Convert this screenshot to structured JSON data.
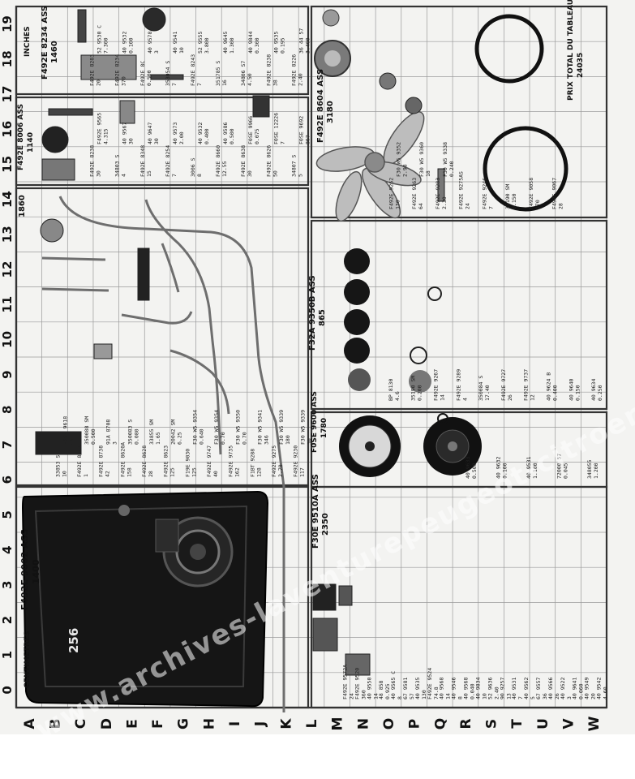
{
  "board": {
    "col_labels": [
      "0",
      "1",
      "2",
      "3",
      "4",
      "5",
      "6",
      "7",
      "8",
      "9",
      "10",
      "11",
      "12",
      "13",
      "14",
      "15",
      "16",
      "17",
      "18",
      "19"
    ],
    "row_labels": [
      "A",
      "B",
      "C",
      "D",
      "E",
      "F",
      "G",
      "H",
      "I",
      "J",
      "K",
      "L",
      "M",
      "N",
      "O",
      "P",
      "Q",
      "R",
      "S",
      "T",
      "U",
      "V",
      "W"
    ],
    "scale_left": "CENTIMETRES",
    "scale_right": "INCHES",
    "panels": {
      "tank": {
        "title": "F492E 9002 ASS",
        "price": "1400"
      },
      "top_left": {
        "title": "F492E 8234 ASS",
        "price": "1460"
      },
      "left_upper": {
        "title": "F492E 8006 ASS",
        "price": "1140"
      },
      "pipes": {
        "price": "1860"
      },
      "fan": {
        "title": "F492E 8604 ASS",
        "price": "3180"
      },
      "pump": {
        "title": "F32A 9350B ASS",
        "price": "865"
      },
      "carb": {
        "title": "F30E 9510A ASS",
        "price": "2350"
      },
      "gauge": {
        "title": "F0SE 9600 ASS",
        "price": "1780"
      },
      "totals": {
        "title": "PRIX TOTAL DU TABLEAU",
        "price": "24035"
      },
      "tank_number": "256"
    },
    "part_labels": [
      {
        "t": "F492E 8283",
        "p": "20"
      },
      {
        "t": "F492E 8234",
        "p": "370"
      },
      {
        "t": "F492E 8C",
        "p": "0.500"
      },
      {
        "t": "353054 S",
        "p": "7"
      },
      {
        "t": "F492E 8243",
        "p": "7"
      },
      {
        "t": "351785 S",
        "p": "16"
      },
      {
        "t": "34806 S7",
        "p": "4.50"
      },
      {
        "t": "F492E 8238",
        "p": "38"
      },
      {
        "t": "F492E 8226",
        "p": "2.40"
      },
      {
        "t": "F492E 8238",
        "p": "30"
      },
      {
        "t": "34803 S",
        "p": "4"
      },
      {
        "t": "F492E 8348",
        "p": "15"
      },
      {
        "t": "F492E 8254",
        "p": "7"
      },
      {
        "t": "3006 S",
        "p": "8"
      },
      {
        "t": "F492E 8660",
        "p": "12.55"
      },
      {
        "t": "F492E 8638",
        "p": "30"
      },
      {
        "t": "F492E 8626",
        "p": "50"
      },
      {
        "t": "34807 S",
        "p": "5"
      },
      {
        "t": "33853 SM",
        "p": "10"
      },
      {
        "t": "F492E 8621",
        "p": "1"
      },
      {
        "t": "F492E 8738",
        "p": "42"
      },
      {
        "t": "F492E 8620A",
        "p": "158"
      },
      {
        "t": "F492E 8628",
        "p": "28"
      },
      {
        "t": "F492E 8623",
        "p": "125"
      },
      {
        "t": "F19E 9030",
        "p": "125"
      },
      {
        "t": "F492E 9747",
        "p": "40"
      },
      {
        "t": "F492E 9735",
        "p": "162"
      },
      {
        "t": "F1BT 9288",
        "p": "128"
      },
      {
        "t": "F492E 9275",
        "p": "2.78"
      },
      {
        "t": "F492E 9230",
        "p": "117"
      },
      {
        "t": "F492E 9262",
        "p": "130"
      },
      {
        "t": "F492E 9263",
        "p": "64"
      },
      {
        "t": "F492E 9283",
        "p": "2.30"
      },
      {
        "t": "F492E 9275AS",
        "p": "24"
      },
      {
        "t": "F492E 9246",
        "p": "7"
      },
      {
        "t": "35190 SM",
        "p": "0.150"
      },
      {
        "t": "F492E 9058",
        "p": "170"
      },
      {
        "t": "F492E 9067",
        "p": "28"
      },
      {
        "t": "BP 8130",
        "p": "4.6"
      },
      {
        "t": "35190 SM",
        "p": "0.200"
      },
      {
        "t": "F492E 9267",
        "p": "14"
      },
      {
        "t": "F492E 9289",
        "p": "4"
      },
      {
        "t": "350084 S",
        "p": "17.40"
      },
      {
        "t": "F492E 9727",
        "p": "26"
      },
      {
        "t": "F492E 9737",
        "p": "12"
      },
      {
        "t": "40 9624 B",
        "p": "0.400"
      },
      {
        "t": "40 9640",
        "p": "0.150"
      },
      {
        "t": "40 9634",
        "p": "0.250"
      },
      {
        "t": "40 9633",
        "p": "0.500"
      },
      {
        "t": "40 9632",
        "p": "0.100"
      },
      {
        "t": "40 9531",
        "p": "1.100"
      },
      {
        "t": "72000 57",
        "p": "0.045"
      },
      {
        "t": "348055",
        "p": "1.200"
      },
      {
        "t": "F492E 9572A",
        "p": "24"
      },
      {
        "t": "F492E 9520",
        "p": "360"
      },
      {
        "t": "40 9550",
        "p": "14"
      },
      {
        "t": "48 858",
        "p": "0.925"
      },
      {
        "t": "40 9565 C",
        "p": "8"
      },
      {
        "t": "67 9581",
        "p": "57"
      },
      {
        "t": "40 9535",
        "p": "130"
      },
      {
        "t": "F492E 9524",
        "p": "74.8"
      },
      {
        "t": "40 9568",
        "p": "14"
      },
      {
        "t": "40 9546",
        "p": "8"
      },
      {
        "t": "40 9568",
        "p": "0.040"
      },
      {
        "t": "40 9834",
        "p": "10"
      },
      {
        "t": "52 9636",
        "p": "2.40"
      },
      {
        "t": "90 9257",
        "p": "13"
      },
      {
        "t": "40 9531",
        "p": "7"
      },
      {
        "t": "40 9562",
        "p": "5"
      },
      {
        "t": "67 9557",
        "p": "36"
      },
      {
        "t": "40 9566",
        "p": "26"
      },
      {
        "t": "40 9522",
        "p": "3"
      },
      {
        "t": "40 9641",
        "p": "0.060"
      },
      {
        "t": "40 9549",
        "p": "20"
      },
      {
        "t": "40 9542",
        "p": "4.60"
      },
      {
        "t": "52 9530 C",
        "p": "7.300"
      },
      {
        "t": "40 9532",
        "p": "0.100"
      },
      {
        "t": "40 9578",
        "p": "3"
      },
      {
        "t": "40 9541",
        "p": "10"
      },
      {
        "t": "52 9555",
        "p": "3.800"
      },
      {
        "t": "40 9645",
        "p": "1.300"
      },
      {
        "t": "40 9844",
        "p": "0.300"
      },
      {
        "t": "40 9535",
        "p": "0.195"
      },
      {
        "t": "36 44 57",
        "p": "3.400"
      },
      {
        "t": "F492E 9565",
        "p": "4.315"
      },
      {
        "t": "40 9567",
        "p": "30"
      },
      {
        "t": "40 9647",
        "p": "30"
      },
      {
        "t": "40 9573",
        "p": "2.00"
      },
      {
        "t": "40 9532",
        "p": "0.400"
      },
      {
        "t": "40 9586",
        "p": "0.500"
      },
      {
        "t": "F0SE 9966",
        "p": "0.075"
      },
      {
        "t": "F0SE 12226",
        "p": "7"
      },
      {
        "t": "F0SE 9692",
        "p": "867"
      },
      {
        "t": "F0SE 9618",
        "p": "48"
      },
      {
        "t": "350088 SM",
        "p": "0.500"
      },
      {
        "t": "91A 8708",
        "p": "3"
      },
      {
        "t": "350083 S",
        "p": "0.080"
      },
      {
        "t": "33855 SM",
        "p": "1.65"
      },
      {
        "t": "20042 SM",
        "p": "6.25"
      },
      {
        "t": "F30 W5 9354",
        "p": "0.640"
      },
      {
        "t": "F30 W5 9354",
        "p": "0.70"
      },
      {
        "t": "F30 W5 9350",
        "p": "0.70"
      },
      {
        "t": "F30 W5 9341",
        "p": "346"
      },
      {
        "t": "F30 W5 9339",
        "p": "180"
      },
      {
        "t": "F30 W5 9339",
        "p": "30"
      },
      {
        "t": "F30 W5 9352",
        "p": "2.98"
      },
      {
        "t": "F30 W5 9360",
        "p": "18"
      },
      {
        "t": "F30 W5 9338",
        "p": "0.240"
      }
    ],
    "watermark": "www.archives-laventurepeugeot-citroen.com"
  }
}
